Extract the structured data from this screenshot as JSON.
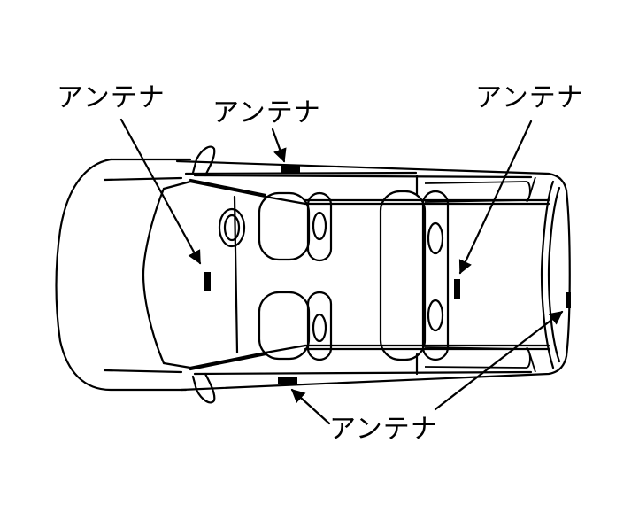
{
  "diagram": {
    "title": "Vehicle antenna locations (top view)",
    "subject": "vehicle-top-view",
    "colors": {
      "line": "#000000",
      "background": "#ffffff"
    },
    "labels": [
      {
        "id": "front-interior",
        "text": "アンテナ",
        "position": "top-left",
        "points_to": "front interior antenna (center console area)"
      },
      {
        "id": "left-side",
        "text": "アンテナ",
        "position": "top-center",
        "points_to": "left door sill antenna"
      },
      {
        "id": "rear-interior",
        "text": "アンテナ",
        "position": "top-right",
        "points_to": "rear interior antenna (luggage area)"
      },
      {
        "id": "right-side-and-rear",
        "text": "アンテナ",
        "position": "bottom-center",
        "points_to": [
          "right door sill antenna",
          "rear bumper antenna"
        ]
      }
    ]
  }
}
